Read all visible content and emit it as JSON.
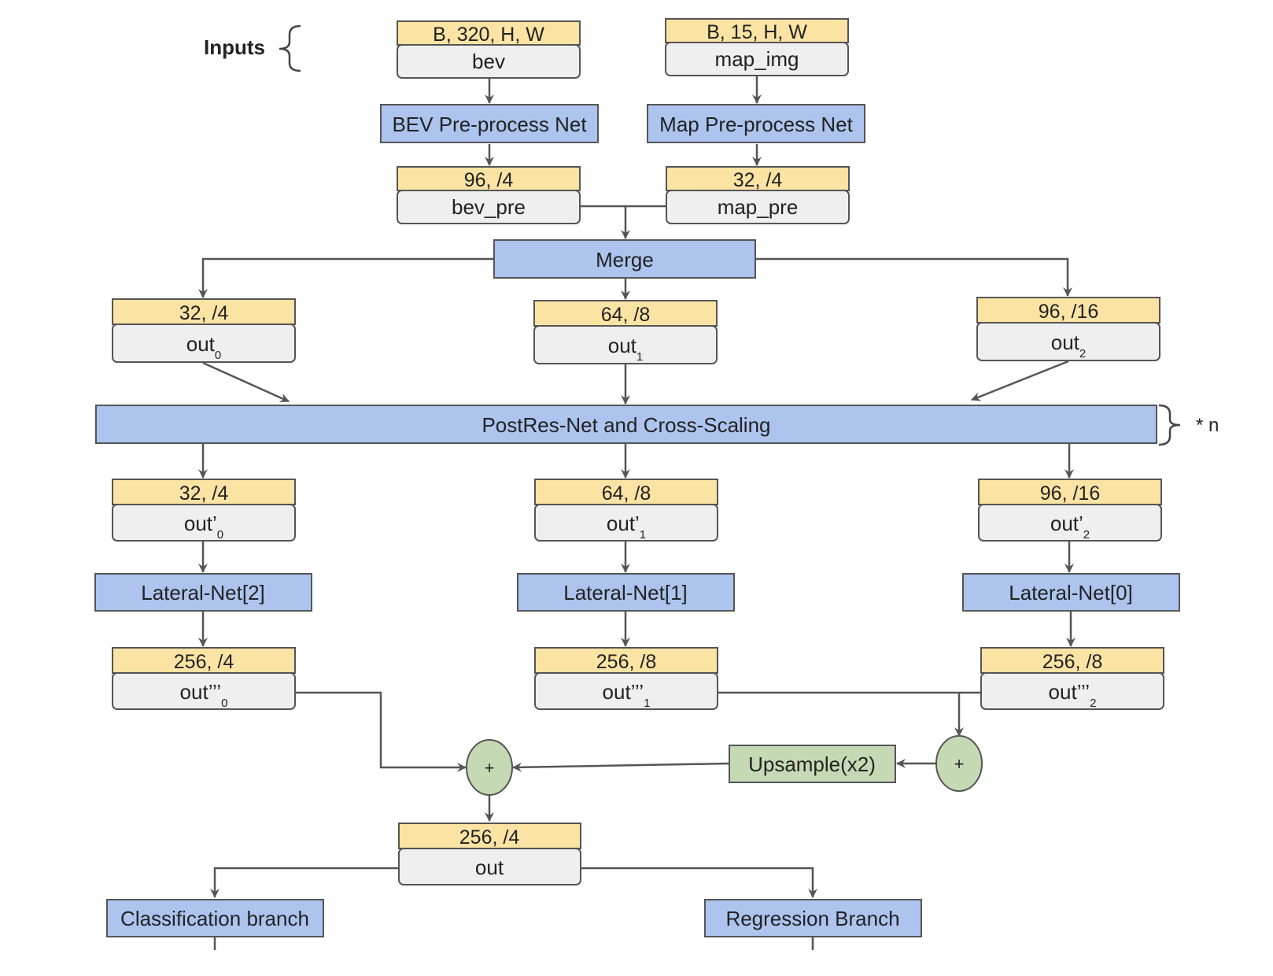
{
  "colors": {
    "dim_fill": "#fbe3a4",
    "name_fill": "#efefef",
    "module_fill": "#adc4ef",
    "op_fill": "#c5dab4",
    "stroke": "#555555"
  },
  "labels": {
    "inputs": "Inputs",
    "repeat": "* n"
  },
  "tensors": {
    "bev_in": {
      "dim": "B, 320, H, W",
      "name": "bev"
    },
    "map_in": {
      "dim": "B, 15, H, W",
      "name": "map_img"
    },
    "bev_pre": {
      "dim": "96, /4",
      "name": "bev_pre"
    },
    "map_pre": {
      "dim": "32, /4",
      "name": "map_pre"
    },
    "out0": {
      "dim": "32, /4",
      "name": "out",
      "sub": "0"
    },
    "out1": {
      "dim": "64, /8",
      "name": "out",
      "sub": "1"
    },
    "out2": {
      "dim": "96, /16",
      "name": "out",
      "sub": "2"
    },
    "outp0": {
      "dim": "32, /4",
      "name": "out’",
      "sub": "0"
    },
    "outp1": {
      "dim": "64, /8",
      "name": "out’",
      "sub": "1"
    },
    "outp2": {
      "dim": "96, /16",
      "name": "out’",
      "sub": "2"
    },
    "outppp0": {
      "dim": "256, /4",
      "name": "out’’’",
      "sub": "0"
    },
    "outppp1": {
      "dim": "256, /8",
      "name": "out’’’",
      "sub": "1"
    },
    "outppp2": {
      "dim": "256, /8",
      "name": "out’’’",
      "sub": "2"
    },
    "out_final": {
      "dim": "256, /4",
      "name": "out"
    }
  },
  "modules": {
    "bev_prenet": "BEV Pre-process Net",
    "map_prenet": "Map Pre-process Net",
    "merge": "Merge",
    "postres": "PostRes-Net and Cross-Scaling",
    "lateral2": "Lateral-Net[2]",
    "lateral1": "Lateral-Net[1]",
    "lateral0": "Lateral-Net[0]",
    "upsample": "Upsample(x2)",
    "classification": "Classification branch",
    "regression": "Regression Branch"
  },
  "ops": {
    "add_left": "+",
    "add_right": "+"
  }
}
